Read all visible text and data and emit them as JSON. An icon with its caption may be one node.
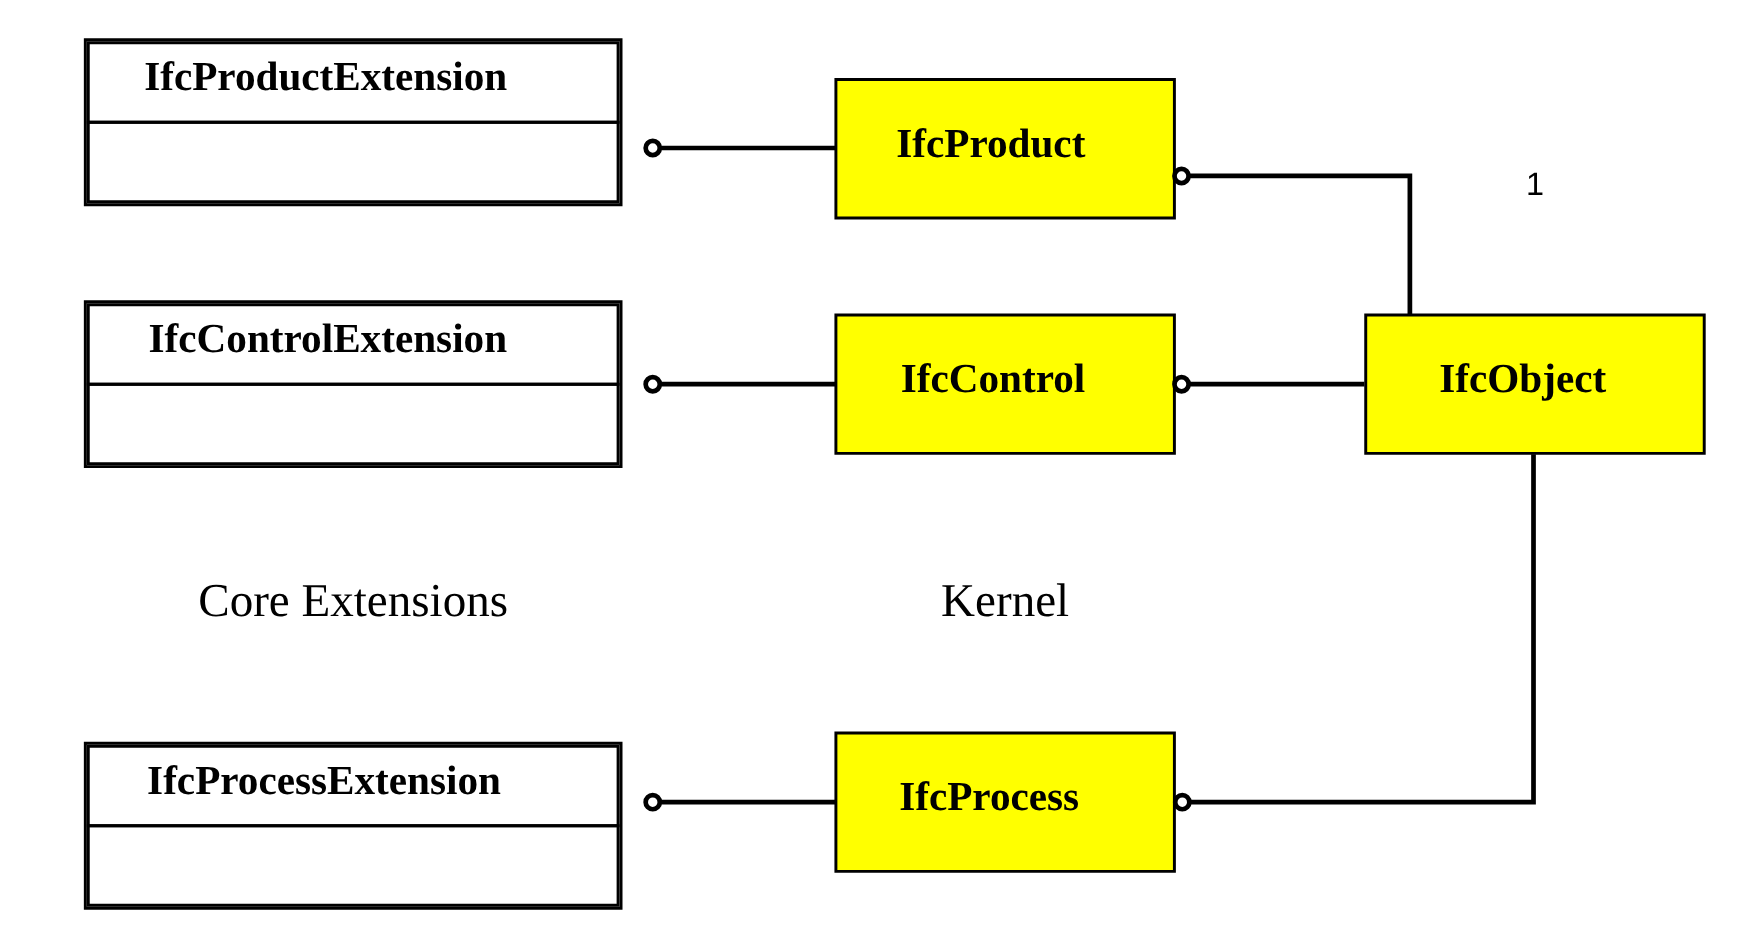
{
  "diagram": {
    "nodes": [
      {
        "text": [
          "IfcObject"
        ]
      },
      {
        "text": [
          "IfcProcess"
        ]
      },
      {
        "text": [
          "IfcProduct"
        ]
      },
      {
        "text": [
          "IfcControl"
        ]
      },
      {
        "text": [
          "IfcProcessExtension"
        ]
      },
      {
        "text": [
          "IfcProductExtension"
        ]
      },
      {
        "text": [
          "IfcControlExtension"
        ]
      }
    ],
    "edges": [
      {
        "from": 0,
        "to": 1,
        "arrow": "other"
      },
      {
        "from": 0,
        "to": 2,
        "arrow": "other"
      },
      {
        "from": 0,
        "to": 3,
        "arrow": "other"
      },
      {
        "from": 1,
        "to": 4,
        "arrow": "other"
      },
      {
        "from": 2,
        "to": 5,
        "arrow": "other"
      },
      {
        "from": 3,
        "to": 6,
        "arrow": "other"
      }
    ],
    "labels": [
      "Core Extensions",
      "Kernel",
      "1"
    ]
  }
}
